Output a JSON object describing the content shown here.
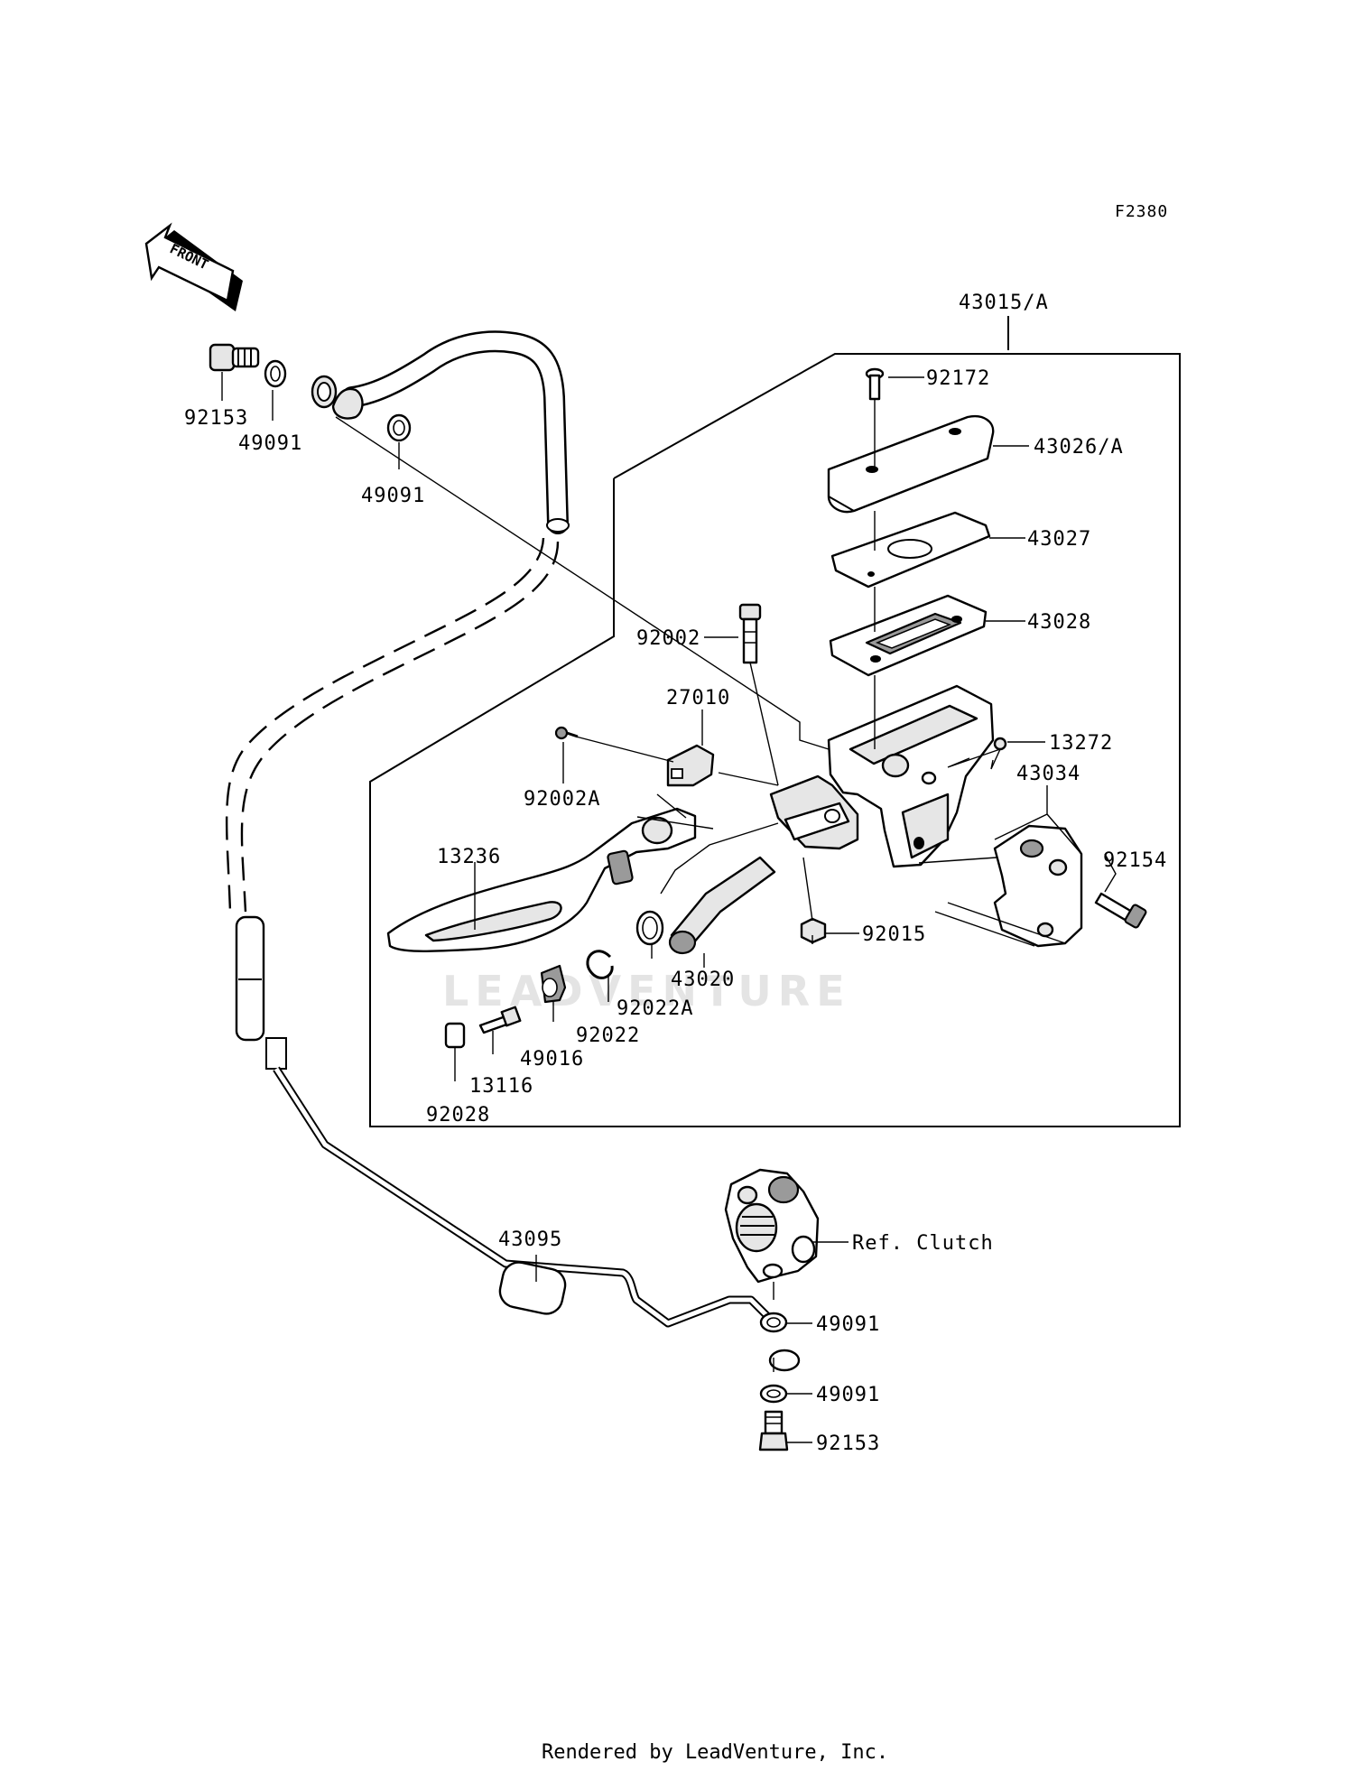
{
  "diagram_code": "F2380",
  "front_label": "FRONT",
  "watermark": "LEADVENTURE",
  "footer": "Rendered by LeadVenture, Inc.",
  "ref_clutch": "Ref. Clutch",
  "parts": {
    "p43015": "43015/A",
    "p92172": "92172",
    "p43026": "43026/A",
    "p43027": "43027",
    "p43028": "43028",
    "p92002": "92002",
    "p27010": "27010",
    "p13272": "13272",
    "p43034": "43034",
    "p92002A": "92002A",
    "p13236": "13236",
    "p92154": "92154",
    "p92015": "92015",
    "p43020": "43020",
    "p92022A": "92022A",
    "p92022": "92022",
    "p49016": "49016",
    "p13116": "13116",
    "p92028": "92028",
    "p92153_top": "92153",
    "p49091_top1": "49091",
    "p49091_top2": "49091",
    "p43095": "43095",
    "p49091_bot1": "49091",
    "p49091_bot2": "49091",
    "p92153_bot": "92153"
  }
}
